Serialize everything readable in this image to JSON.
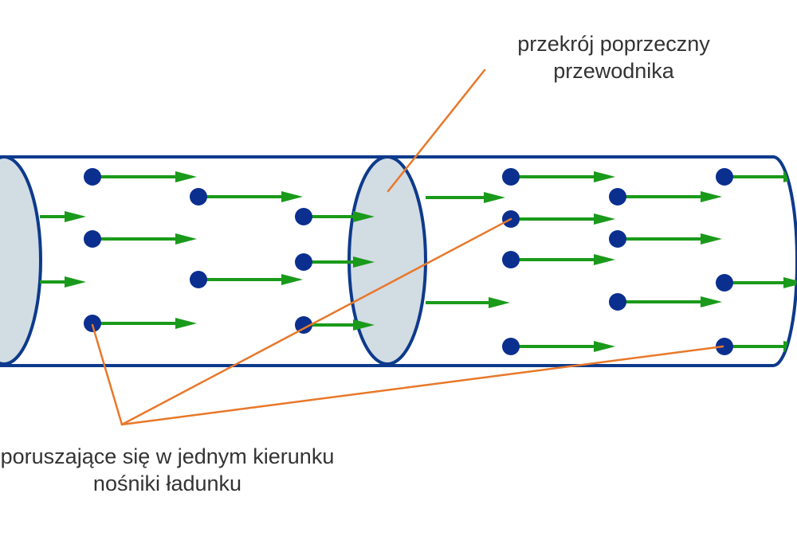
{
  "labels": {
    "cross_section_line1": "przekrój poprzeczny",
    "cross_section_line2": "przewodnika",
    "carriers_line1": "poruszające się w jednym kierunku",
    "carriers_line2": "nośniki ładunku"
  },
  "colors": {
    "conductor_outline": "#0d3a8c",
    "cross_section_fill": "#d2dce3",
    "carrier": "#0a2f8f",
    "arrow": "#1a9a1a",
    "leader_line": "#e8782a",
    "text": "#333333"
  }
}
